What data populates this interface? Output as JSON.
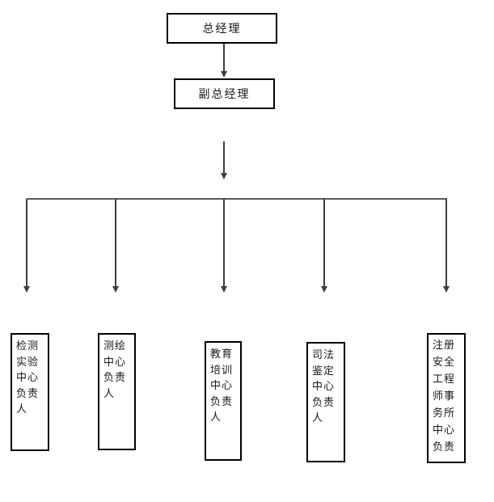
{
  "org_chart": {
    "type": "organization-chart",
    "colors": {
      "border": "#000000",
      "text": "#1a1a1a",
      "connector_line": "#3d3d3d",
      "trunk_line": "#5a5a5a",
      "background": "#ffffff"
    },
    "nodes": {
      "general_manager": {
        "label": "总经理"
      },
      "deputy_general_manager": {
        "label": "副总经理"
      },
      "departments": [
        {
          "name": "检测实验中心负责人",
          "display": "检测\n实验\n中心\n负责\n人"
        },
        {
          "name": "测绘中心负责人",
          "display": "测绘\n中心\n负责\n人"
        },
        {
          "name": "教育培训中心负责人",
          "display": "教育\n培训\n中心\n负责\n人"
        },
        {
          "name": "司法鉴定中心负责人",
          "display": "司法\n鉴定\n中心\n负责\n人"
        },
        {
          "name": "注册安全工程师事务所中心负责",
          "display": "注册\n安全\n工程\n师事\n务所\n中心\n负责"
        }
      ]
    },
    "edges": [
      {
        "from": "general_manager",
        "to": "deputy_general_manager"
      },
      {
        "from": "deputy_general_manager",
        "to": "检测实验中心负责人"
      },
      {
        "from": "deputy_general_manager",
        "to": "测绘中心负责人"
      },
      {
        "from": "deputy_general_manager",
        "to": "教育培训中心负责人"
      },
      {
        "from": "deputy_general_manager",
        "to": "司法鉴定中心负责人"
      },
      {
        "from": "deputy_general_manager",
        "to": "注册安全工程师事务所中心负责"
      }
    ]
  }
}
